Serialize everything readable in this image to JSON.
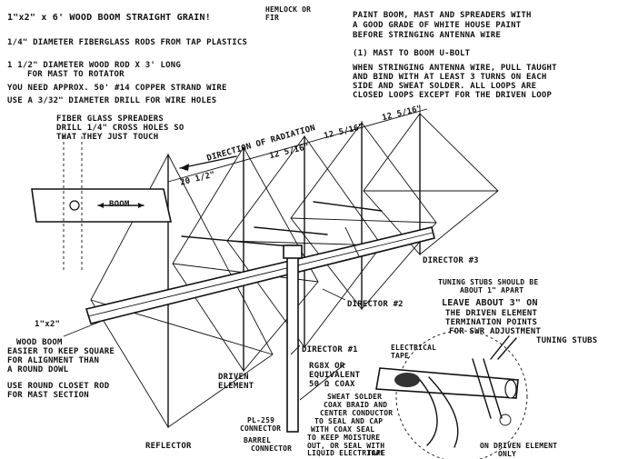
{
  "notes_left": {
    "boom_spec": "1\"x2\" x 6' WOOD BOOM  STRAIGHT GRAIN!",
    "wood_type": "HEMLOCK OR FIR",
    "spreader_rod": "1/4\" DIAMETER FIBERGLASS RODS FROM TAP PLASTICS",
    "mast_rod_1": "1 1/2\" DIAMETER WOOD ROD X 3' LONG",
    "mast_rod_2": "FOR MAST TO ROTATOR",
    "wire_need": "YOU NEED APPROX. 50' #14 COPPER STRAND WIRE",
    "drill": "USE A 3/32\" DIAMETER DRILL FOR WIRE HOLES"
  },
  "notes_right": {
    "paint_1": "PAINT BOOM, MAST AND SPREADERS WITH",
    "paint_2": "A GOOD GRADE OF WHITE HOUSE PAINT",
    "paint_3": "BEFORE STRINGING ANTENNA WIRE",
    "ubolt": "(1) MAST TO BOOM U-BOLT",
    "string_1": "WHEN STRINGING ANTENNA WIRE, PULL TAUGHT",
    "string_2": "AND BIND WITH AT LEAST 3 TURNS ON EACH",
    "string_3": "SIDE AND SWEAT SOLDER. ALL LOOPS ARE",
    "string_4": "CLOSED LOOPS EXCEPT FOR THE DRIVEN LOOP"
  },
  "spreader_note": {
    "line1": "FIBER GLASS SPREADERS",
    "line2": "DRILL 1/4\" CROSS HOLES SO",
    "line3": "THAT THEY JUST TOUCH"
  },
  "boom_detail": {
    "label": "BOOM"
  },
  "boom_note": {
    "size": "1\"x2\"",
    "line1": "WOOD BOOM",
    "line2": "EASIER TO KEEP SQUARE",
    "line3": "FOR ALIGNMENT THAN",
    "line4": "A ROUND DOWL"
  },
  "mast_note": {
    "line1": "USE ROUND CLOSET ROD",
    "line2": "FOR MAST SECTION"
  },
  "radiation": {
    "label": "DIRECTION OF RADIATION"
  },
  "spacing": {
    "s1": "20 1/2\"",
    "s2": "12 5/16\"",
    "s3": "12 5/16\"",
    "s4": "12 5/16\""
  },
  "elements": {
    "reflector": "REFLECTOR",
    "driven": "DRIVEN ELEMENT",
    "director1": "DIRECTOR #1",
    "director2": "DIRECTOR #2",
    "director3": "DIRECTOR #3"
  },
  "connectors": {
    "pl259_1": "PL-259",
    "pl259_2": "CONNECTOR",
    "barrel_1": "BARREL",
    "barrel_2": "CONNECTOR"
  },
  "coax": {
    "line1": "RG8X OR",
    "line2": "EQUIVALENT",
    "line3": "50 Ω COAX"
  },
  "tape": "ELECTRICAL TAPE",
  "tuning": {
    "stub_1": "TUNING STUBS SHOULD BE",
    "stub_2": "ABOUT 1\" APART",
    "leave_1": "LEAVE ABOUT 3\" ON",
    "leave_2": "THE DRIVEN ELEMENT",
    "leave_3": "TERMINATION POINTS",
    "leave_4": "FOR SWR ADJUSTMENT",
    "stubs": "TUNING STUBS"
  },
  "solder": {
    "l1": "SWEAT SOLDER",
    "l2": "COAX BRAID AND",
    "l3": "CENTER CONDUCTOR",
    "l4": "TO SEAL AND CAP",
    "l5": "WITH COAX SEAL",
    "l6": "TO KEEP MOISTURE",
    "l7": "OUT, OR SEAL WITH",
    "l8": "LIQUID ELECTRICAL",
    "l9": "TAPE"
  },
  "driven_only": {
    "l1": "ON DRIVEN ELEMENT",
    "l2": "ONLY"
  }
}
